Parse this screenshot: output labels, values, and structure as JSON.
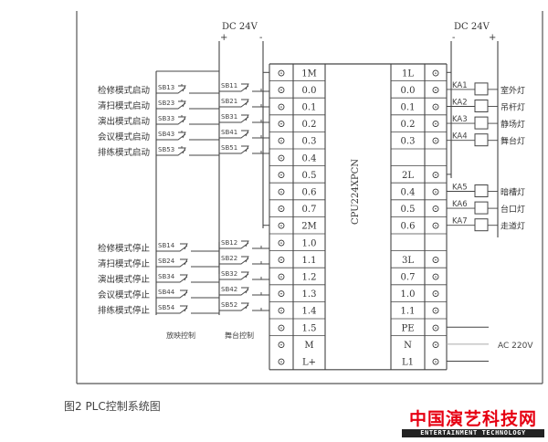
{
  "figure": {
    "caption": "图2 PLC控制系统图",
    "plc_model": "CPU224XPCN"
  },
  "power": {
    "left_dc": {
      "label": "DC 24V",
      "plus": "+",
      "minus": "-"
    },
    "right_dc": {
      "label": "DC 24V",
      "plus": "+",
      "minus": "-"
    },
    "ac": {
      "label": "AC 220V"
    }
  },
  "inputs": {
    "start_labels": [
      "检修模式启动",
      "清扫模式启动",
      "演出模式启动",
      "会议模式启动",
      "排练模式启动"
    ],
    "stop_labels": [
      "检修模式停止",
      "清扫模式停止",
      "演出模式停止",
      "会议模式停止",
      "排练模式停止"
    ],
    "start_switches_a": [
      "SB13",
      "SB23",
      "SB33",
      "SB43",
      "SB53"
    ],
    "start_switches_b": [
      "SB11",
      "SB21",
      "SB31",
      "SB41",
      "SB51"
    ],
    "stop_switches_a": [
      "SB14",
      "SB24",
      "SB34",
      "SB44",
      "SB54"
    ],
    "stop_switches_b": [
      "SB12",
      "SB22",
      "SB32",
      "SB42",
      "SB52"
    ],
    "group_labels": [
      "放映控制",
      "舞台控制"
    ]
  },
  "left_terminals": [
    "1M",
    "0.0",
    "0.1",
    "0.2",
    "0.3",
    "0.4",
    "0.5",
    "0.6",
    "0.7",
    "2M",
    "1.0",
    "1.1",
    "1.2",
    "1.3",
    "1.4",
    "1.5",
    "M",
    "L+"
  ],
  "right_terminals": [
    "1L",
    "0.0",
    "0.1",
    "0.2",
    "0.3",
    "",
    "2L",
    "0.4",
    "0.5",
    "0.6",
    "",
    "3L",
    "0.7",
    "1.0",
    "1.1",
    "PE",
    "N",
    "L1"
  ],
  "outputs": {
    "relays": [
      "KA1",
      "KA2",
      "KA3",
      "KA4",
      "KA5",
      "KA6",
      "KA7"
    ],
    "loads": [
      "室外灯",
      "吊杆灯",
      "静场灯",
      "舞台灯",
      "暗槽灯",
      "台口灯",
      "走道灯"
    ]
  },
  "logo": {
    "cn": "中国演艺科技网",
    "en": "ENTERTAINMENT TECHNOLOGY",
    "color": "#e60012"
  },
  "terminal_symbol": "⊙"
}
